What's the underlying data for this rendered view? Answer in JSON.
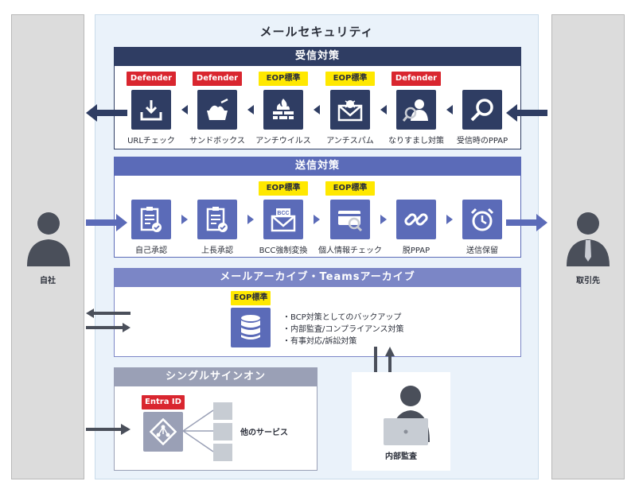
{
  "title": "メールセキュリティ",
  "left_party": "自社",
  "right_party": "取引先",
  "receive": {
    "header": "受信対策",
    "items": [
      {
        "label": "URLチェック",
        "badge": "Defender",
        "badge_type": "red",
        "icon": "download-icon"
      },
      {
        "label": "サンドボックス",
        "badge": "Defender",
        "badge_type": "red",
        "icon": "sandbox-icon"
      },
      {
        "label": "アンチウイルス",
        "badge": "EOP標準",
        "badge_type": "yellow",
        "icon": "firewall-icon"
      },
      {
        "label": "アンチスパム",
        "badge": "EOP標準",
        "badge_type": "yellow",
        "icon": "spam-mail-icon"
      },
      {
        "label": "なりすまし対策",
        "badge": "Defender",
        "badge_type": "red",
        "icon": "person-search-icon"
      },
      {
        "label": "受信時のPPAP",
        "badge": "",
        "badge_type": "",
        "icon": "magnifier-icon"
      }
    ]
  },
  "send": {
    "header": "送信対策",
    "items": [
      {
        "label": "自己承認",
        "badge": "",
        "icon": "clipboard-check-icon"
      },
      {
        "label": "上長承認",
        "badge": "",
        "icon": "clipboard-check-icon"
      },
      {
        "label": "BCC強制変換",
        "badge": "EOP標準",
        "icon": "bcc-mail-icon",
        "icon_text": "BCC"
      },
      {
        "label": "個人情報チェック",
        "badge": "EOP標準",
        "icon": "card-search-icon"
      },
      {
        "label": "脱PPAP",
        "badge": "",
        "icon": "broken-link-icon"
      },
      {
        "label": "送信保留",
        "badge": "",
        "icon": "alarm-clock-icon"
      }
    ]
  },
  "archive": {
    "header": "メールアーカイブ・Teamsアーカイブ",
    "badge": "EOP標準",
    "bullets": [
      "・BCP対策としてのバックアップ",
      "・内部監査/コンプライアンス対策",
      "・有事対応/訴訟対策"
    ]
  },
  "sso": {
    "header": "シングルサインオン",
    "badge": "Entra ID",
    "services_label": "他のサービス"
  },
  "audit": {
    "label": "内部監査"
  },
  "colors": {
    "receive": "#2f3d63",
    "send": "#5b6bb8",
    "archive": "#7b86c6",
    "sso": "#9aa0b6",
    "badge_red": "#d9262f",
    "badge_yellow": "#ffe800"
  }
}
